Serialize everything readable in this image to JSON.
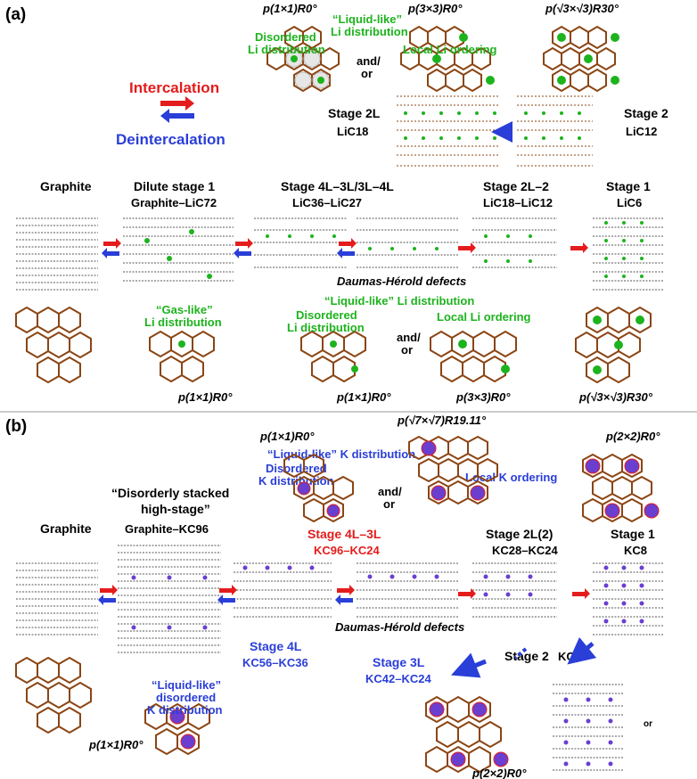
{
  "panel_a": {
    "label": "(a)",
    "intercalation": "Intercalation",
    "deintercalation": "Deintercalation",
    "top_left_superlattice": "p(1×1)R0°",
    "top_left_liquid": "“Liquid-like”",
    "top_left_liquid2": "Li distribution",
    "top_left_disordered": "Disordered",
    "top_left_disordered2": "Li distribution",
    "and_or": "and/",
    "and_or2": "or",
    "top_mid_superlattice": "p(3×3)R0°",
    "top_mid_local": "Local Li ordering",
    "top_right_superlattice": "p(√3×√3)R30°",
    "stage_2l": "Stage 2L",
    "stage_2l_formula": "LiC18",
    "stage_2": "Stage 2",
    "stage_2_formula": "LiC12",
    "graphite": "Graphite",
    "dilute": "Dilute stage 1",
    "dilute_formula": "Graphite–LiC72",
    "stage_4l3l": "Stage 4L–3L/3L–4L",
    "stage_4l3l_formula": "LiC36–LiC27",
    "stage_2l2": "Stage 2L–2",
    "stage_2l2_formula": "LiC18–LiC12",
    "stage_1": "Stage 1",
    "stage_1_formula": "LiC6",
    "dh_defects": "Daumas-Hérold defects",
    "gas_like": "“Gas-like”",
    "gas_like2": "Li distribution",
    "bottom_liquid": "“Liquid-like” Li distribution",
    "bottom_disordered": "Disordered",
    "bottom_disordered2": "Li distribution",
    "bottom_local": "Local Li ordering",
    "bottom_p11_left": "p(1×1)R0°",
    "bottom_p11_mid": "p(1×1)R0°",
    "bottom_p33": "p(3×3)R0°",
    "bottom_sqrt3": "p(√3×√3)R30°"
  },
  "panel_b": {
    "label": "(b)",
    "top_p11": "p(1×1)R0°",
    "top_liquid": "“Liquid-like” K distribution",
    "top_disordered": "Disordered",
    "top_disordered2": "K distribution",
    "and_or": "and/",
    "and_or2": "or",
    "top_sqrt7": "p(√7×√7)R19.11°",
    "top_local": "Local K ordering",
    "top_p22": "p(2×2)R0°",
    "disorderly": "“Disorderly stacked",
    "disorderly2": "high-stage”",
    "graphite": "Graphite",
    "graphite_kc96": "Graphite–KC96",
    "stage_4l3l": "Stage 4L–3L",
    "stage_4l3l_formula": "KC96–KC24",
    "stage_2l2": "Stage 2L(2)",
    "stage_2l2_formula": "KC28–KC24",
    "stage_1": "Stage 1",
    "stage_1_formula": "KC8",
    "dh_defects": "Daumas-Hérold defects",
    "stage_4l": "Stage 4L",
    "stage_4l_formula": "KC56–KC36",
    "stage_3l": "Stage 3L",
    "stage_3l_formula": "KC42–KC24",
    "stage_2": "Stage 2",
    "stage_2_formula": "KC16",
    "bottom_liquid": "“Liquid-like”",
    "bottom_liquid2": "disordered",
    "bottom_liquid3": "K distribution",
    "bottom_p11": "p(1×1)R0°",
    "bottom_p22": "p(2×2)R0°",
    "or_label": "or"
  },
  "colors": {
    "red": "#e41c1c",
    "blue": "#2a3ed8",
    "green": "#1db31d",
    "carbon": "#8b4513",
    "potassium": "#6a3fd0"
  }
}
